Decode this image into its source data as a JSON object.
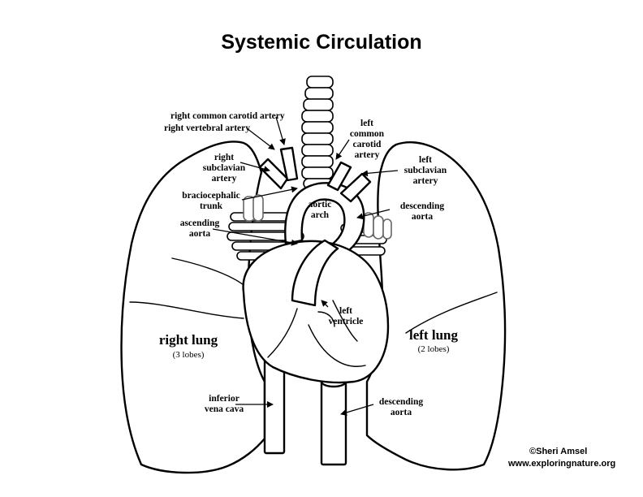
{
  "title": "Systemic Circulation",
  "labels": {
    "right_common_carotid": "right common carotid artery",
    "right_vertebral": "right vertebral artery",
    "right_subclavian": [
      "right",
      "subclavian",
      "artery"
    ],
    "brachiocephalic": [
      "braciocephalic",
      "trunk"
    ],
    "ascending_aorta": [
      "ascending",
      "aorta"
    ],
    "left_common_carotid": [
      "left",
      "common",
      "carotid",
      "artery"
    ],
    "left_subclavian": [
      "left",
      "subclavian",
      "artery"
    ],
    "aortic_arch": [
      "aortic",
      "arch"
    ],
    "descending_aorta_upper": [
      "descending",
      "aorta"
    ],
    "left_ventricle": [
      "left",
      "ventricle"
    ],
    "inferior_vena_cava": [
      "inferior",
      "vena cava"
    ],
    "descending_aorta_lower": [
      "descending",
      "aorta"
    ]
  },
  "lungs": {
    "right": {
      "name": "right lung",
      "lobes": "(3 lobes)"
    },
    "left": {
      "name": "left lung",
      "lobes": "(2 lobes)"
    }
  },
  "credit": {
    "author": "©Sheri Amsel",
    "url": "www.exploringnature.org"
  }
}
